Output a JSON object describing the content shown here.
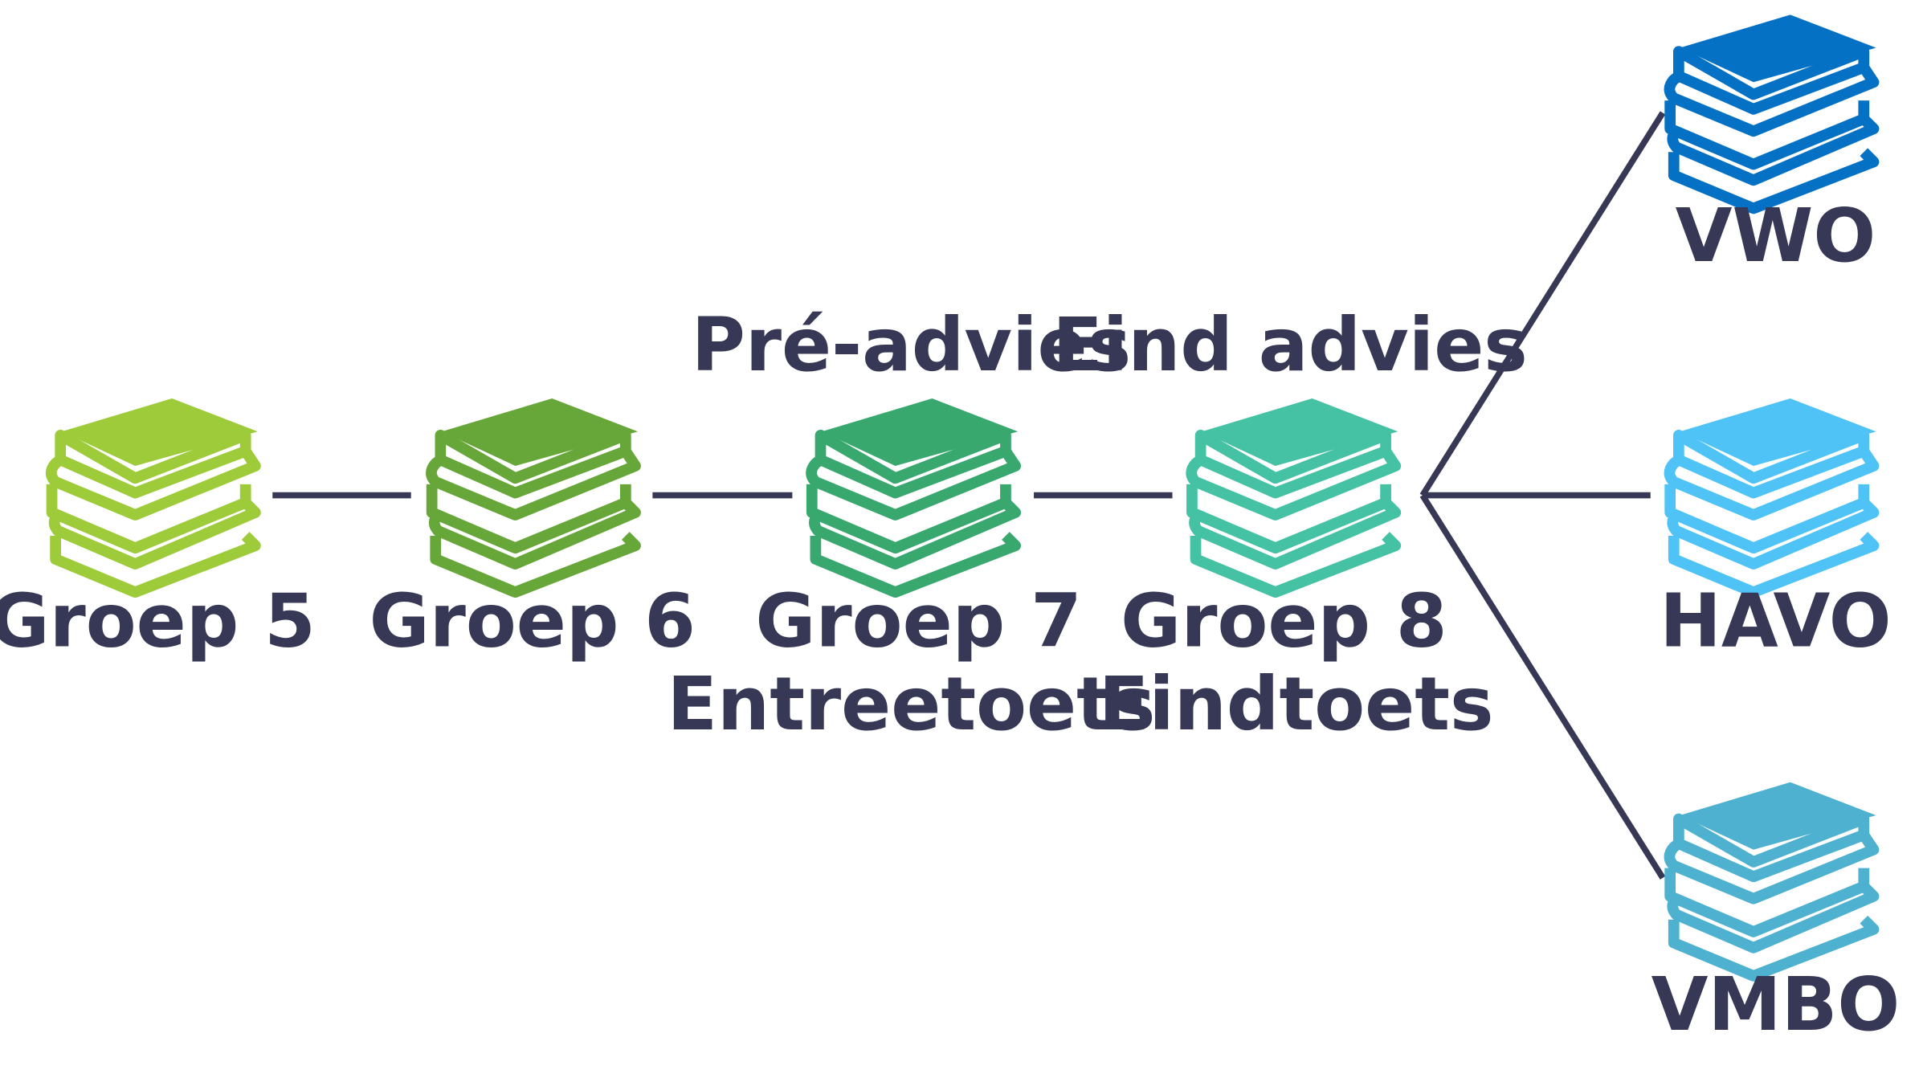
{
  "colors": {
    "text": "#373856",
    "line": "#373856",
    "groep5": "#9dcb3a",
    "groep6": "#67a639",
    "groep7": "#39a86f",
    "groep8": "#45c1a3",
    "vwo": "#0571c4",
    "havo": "#50c3f6",
    "vmbo": "#4db1cf"
  },
  "nodes": [
    {
      "id": "groep5",
      "label": "Groep 5",
      "color_key": "groep5"
    },
    {
      "id": "groep6",
      "label": "Groep 6",
      "color_key": "groep6"
    },
    {
      "id": "groep7",
      "label": "Groep 7",
      "above": "Pré-advies",
      "below": "Entreetoets",
      "color_key": "groep7"
    },
    {
      "id": "groep8",
      "label": "Groep 8",
      "above": "Eind advies",
      "below": "Eindtoets",
      "color_key": "groep8"
    }
  ],
  "outcomes": [
    {
      "id": "vwo",
      "label": "VWO",
      "color_key": "vwo"
    },
    {
      "id": "havo",
      "label": "HAVO",
      "color_key": "havo"
    },
    {
      "id": "vmbo",
      "label": "VMBO",
      "color_key": "vmbo"
    }
  ]
}
